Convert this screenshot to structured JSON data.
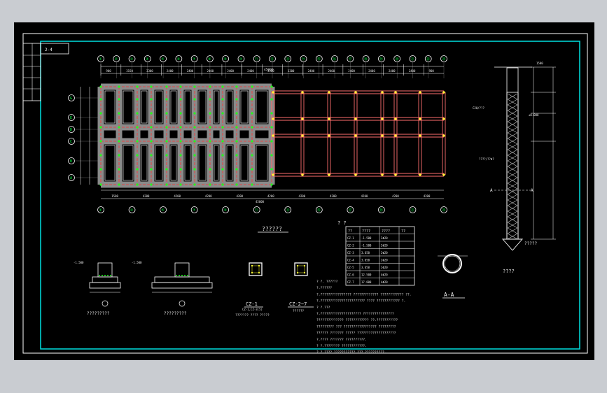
{
  "title_block": {
    "sheet_label": "2-4"
  },
  "plan": {
    "title": "??????",
    "top_axes": [
      "①",
      "②",
      "③",
      "④",
      "⑤",
      "⑥",
      "⑦",
      "⑧",
      "⑨",
      "⑩",
      "⑪",
      "⑫",
      "⑬",
      "⑭",
      "⑮",
      "⑯",
      "⑰",
      "⑱",
      "⑲",
      "⑳",
      "㉑",
      "㉒",
      "㉓"
    ],
    "bottom_axes": [
      "①",
      "③",
      "⑤",
      "⑦",
      "⑨",
      "⑪",
      "⑬",
      "⑮",
      "⑰",
      "⑲",
      "㉑",
      "㉓"
    ],
    "left_axes": [
      "G",
      "E",
      "D",
      "C",
      "B",
      "A"
    ],
    "top_dims": [
      "900",
      "3150",
      "3300",
      "2400",
      "2400",
      "2400",
      "2400",
      "2400",
      "3300",
      "3300",
      "2400",
      "2400",
      "2400",
      "2400",
      "2400",
      "2400",
      "900"
    ],
    "bottom_dims": [
      "1580",
      "4200",
      "4200",
      "4200",
      "4200",
      "4200",
      "4200",
      "4200",
      "4200",
      "4200",
      "4200"
    ],
    "overall_dim": "45000",
    "top_note": "45000"
  },
  "sections": [
    {
      "title": "?????????",
      "elev": "-1.500"
    },
    {
      "title": "?????????",
      "elev": "-1.500"
    }
  ],
  "cz1": {
    "title": "CZ-1",
    "note": "??????? ???? ?????",
    "sub": "CZ-1,CZ-3(5)"
  },
  "cz2": {
    "title": "CZ-2~7",
    "note": "??????"
  },
  "schedule": {
    "title": "?   ?",
    "headers": [
      "??",
      "????",
      "????",
      "??"
    ],
    "rows": [
      [
        "CZ-1",
        "-1.500",
        "2Φ20"
      ],
      [
        "CZ-2",
        "-1.500",
        "2Φ20"
      ],
      [
        "CZ-3",
        "3.650",
        "2Φ20"
      ],
      [
        "CZ-4",
        "3.650",
        "2Φ20"
      ],
      [
        "CZ-5",
        "3.650",
        "2Φ20"
      ],
      [
        "CZ-6",
        "12.500",
        "4Φ20"
      ],
      [
        "CZ-7",
        "17.800",
        "4Φ20"
      ]
    ]
  },
  "pile": {
    "title": "?????",
    "caption": "????",
    "top_dim": "1500",
    "labels": [
      "C20/???",
      "????/??Φ?",
      "A",
      "A"
    ],
    "elev": "±0.000"
  },
  "section_aa": {
    "label": "A-A"
  },
  "notes": [
    "? ?. ??????",
    "?.??????",
    "    ?.????????????????  ?????????????  ???????????? ??.",
    "    ?.???????????????????????  ???? ????????????  ?.",
    "? ?.???",
    "    ?.????????????????????? ????????????????",
    "    ??????????????  ???????????? ??.???????????",
    "    ????????? ???  ?????????????????  ?????????",
    "    ?????? ??????? ?????  ????????????????????",
    "    ?.???? ??????? ??????????.",
    "? ?.???????? ????????????.",
    "? ?.???? ??????????? ??? ??????????."
  ]
}
